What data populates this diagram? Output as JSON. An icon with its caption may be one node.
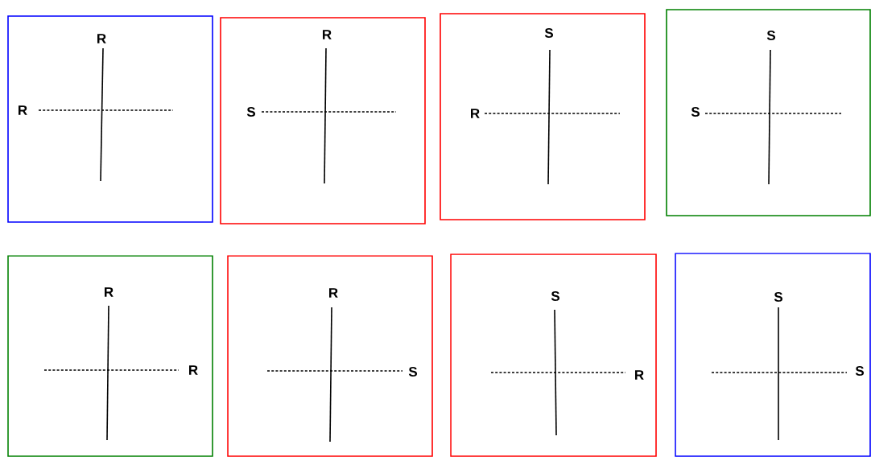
{
  "diagram": {
    "nodes": [
      {
        "text": [
          "R",
          "R"
        ]
      },
      {
        "text": [
          "R",
          "S"
        ]
      },
      {
        "text": [
          "S",
          "R"
        ]
      },
      {
        "text": [
          "S",
          "S"
        ]
      },
      {
        "text": [
          "R",
          "R"
        ]
      },
      {
        "text": [
          "R",
          "S"
        ]
      },
      {
        "text": [
          "S",
          "R"
        ]
      },
      {
        "text": [
          "S",
          "S"
        ]
      }
    ]
  }
}
